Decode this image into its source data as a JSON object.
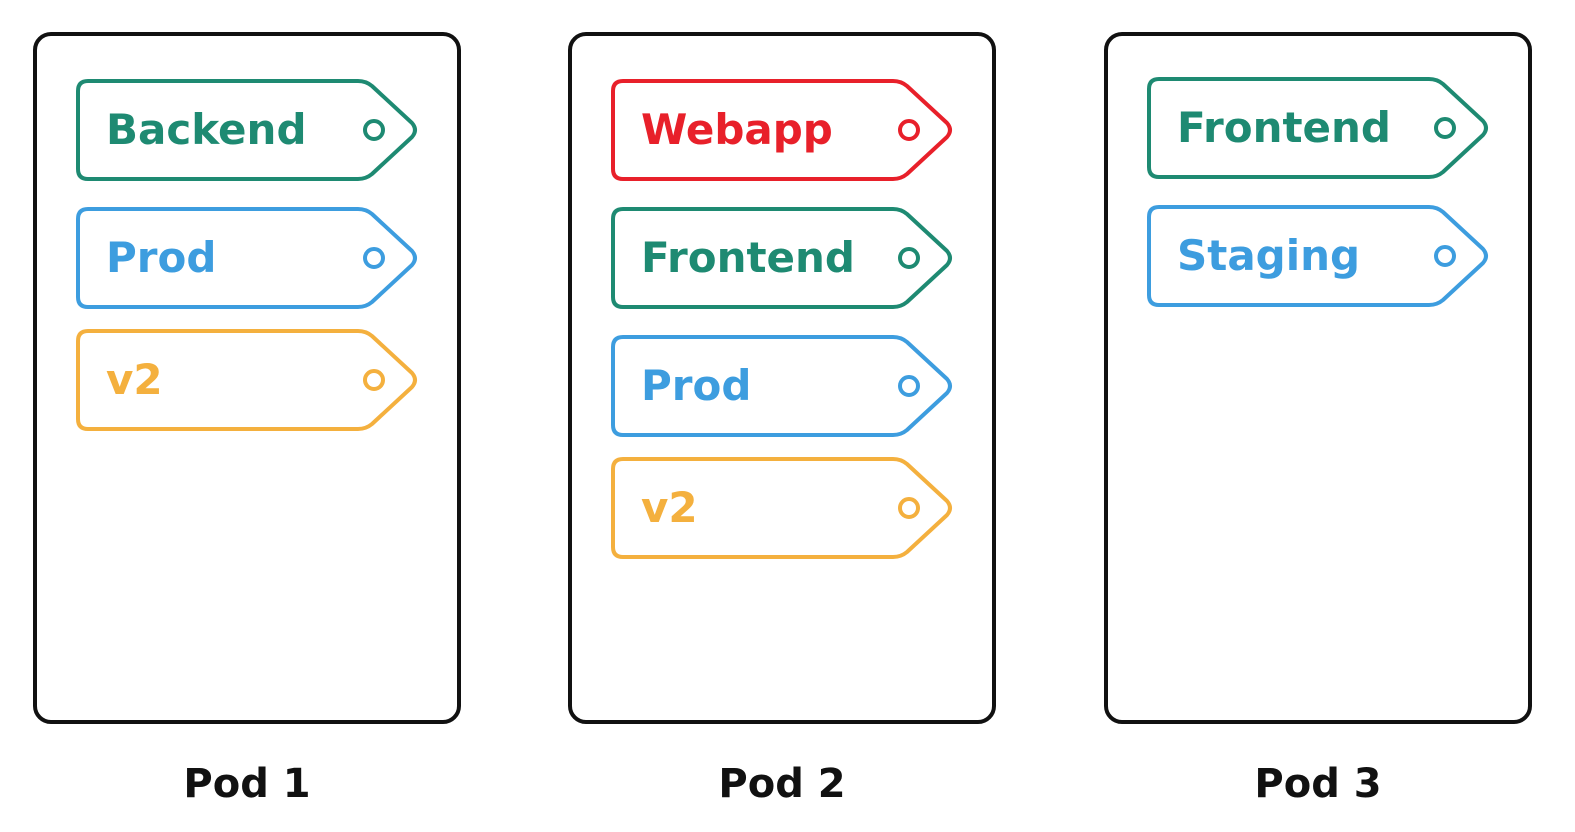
{
  "colors": {
    "teal": "#1e8a72",
    "blue": "#3d9ddf",
    "orange": "#f4b03e",
    "red": "#e8202a",
    "border": "#111111"
  },
  "pods": [
    {
      "label": "Pod 1",
      "tags": [
        {
          "text": "Backend",
          "color": "teal"
        },
        {
          "text": "Prod",
          "color": "blue"
        },
        {
          "text": "v2",
          "color": "orange"
        }
      ]
    },
    {
      "label": "Pod 2",
      "tags": [
        {
          "text": "Webapp",
          "color": "red"
        },
        {
          "text": "Frontend",
          "color": "teal"
        },
        {
          "text": "Prod",
          "color": "blue"
        },
        {
          "text": "v2",
          "color": "orange"
        }
      ]
    },
    {
      "label": "Pod 3",
      "tags": [
        {
          "text": "Frontend",
          "color": "teal"
        },
        {
          "text": "Staging",
          "color": "blue"
        }
      ]
    }
  ]
}
